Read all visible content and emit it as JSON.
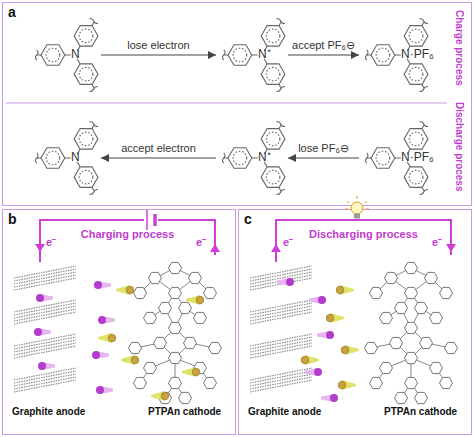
{
  "diagram": {
    "nodes": [
      {
        "text": [
          "a",
          "Charge process",
          "Discharge process"
        ]
      },
      {
        "text": [
          "N"
        ],
        "in": 0
      },
      {
        "text": [
          "N⁺"
        ],
        "in": 0
      },
      {
        "text": [
          "N·PF₆"
        ],
        "in": 0
      },
      {
        "text": [
          "N"
        ],
        "in": 0
      },
      {
        "text": [
          "N⁺"
        ],
        "in": 0
      },
      {
        "text": [
          "N·PF₆"
        ],
        "in": 0
      },
      {
        "text": [
          "b"
        ]
      },
      {
        "text": [
          "Graphite anode"
        ],
        "in": 7
      },
      {
        "text": [
          "PTPAn cathode"
        ],
        "in": 7
      },
      {
        "text": [
          "c"
        ]
      },
      {
        "text": [
          "Graphite anode"
        ],
        "in": 10
      },
      {
        "text": [
          "PTPAn cathode"
        ],
        "in": 10
      }
    ],
    "edges": [
      {
        "from": 1,
        "to": 2,
        "label": "lose electron",
        "arrow": "to"
      },
      {
        "from": 2,
        "to": 3,
        "label": "accept PF₆⊖",
        "arrow": "to"
      },
      {
        "from": 5,
        "to": 4,
        "label": "accept electron",
        "arrow": "to"
      },
      {
        "from": 6,
        "to": 5,
        "label": "lose PF₆⊖",
        "arrow": "to"
      },
      {
        "from": 8,
        "to": 9,
        "label": "Charging process",
        "arrow": "none"
      },
      {
        "from": 11,
        "to": 12,
        "label": "Discharging process",
        "arrow": "none"
      }
    ],
    "labels": [
      "e⁻",
      "e⁻",
      "e⁻",
      "e⁻"
    ]
  }
}
